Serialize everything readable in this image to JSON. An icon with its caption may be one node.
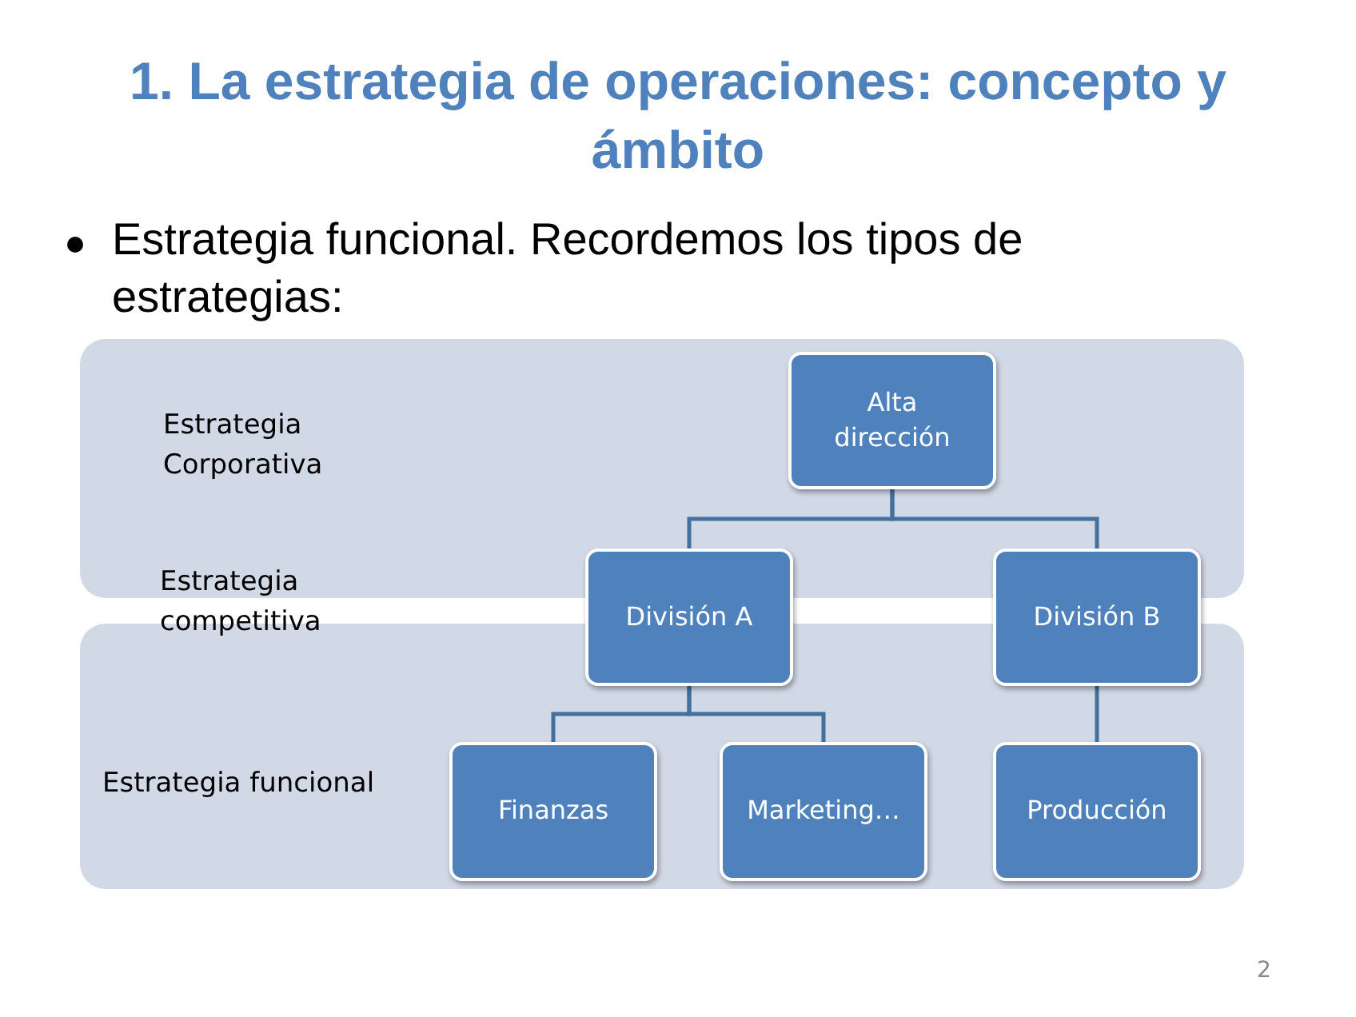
{
  "diagram": {
    "title": "1. La estrategia de operaciones: concepto y ámbito",
    "nodes": [
      {
        "text": [
          "Estrategia Corporativa"
        ]
      },
      {
        "text": [
          "Estrategia funcional"
        ]
      },
      {
        "text": [
          "Alta dirección"
        ],
        "in": 0
      },
      {
        "text": [
          "División A"
        ]
      },
      {
        "text": [
          "División B"
        ]
      },
      {
        "text": [
          "Finanzas"
        ],
        "in": 1
      },
      {
        "text": [
          "Marketing…"
        ],
        "in": 1
      },
      {
        "text": [
          "Producción"
        ],
        "in": 1
      }
    ],
    "edges": [
      {
        "from": 2,
        "to": 3,
        "arrow": "none"
      },
      {
        "from": 2,
        "to": 4,
        "arrow": "none"
      },
      {
        "from": 3,
        "to": 5,
        "arrow": "none"
      },
      {
        "from": 3,
        "to": 6,
        "arrow": "none"
      },
      {
        "from": 4,
        "to": 7,
        "arrow": "none"
      }
    ],
    "labels": [
      "Estrategia funcional. Recordemos los tipos de estrategias:",
      "Estrategia competitiva",
      "2"
    ]
  }
}
